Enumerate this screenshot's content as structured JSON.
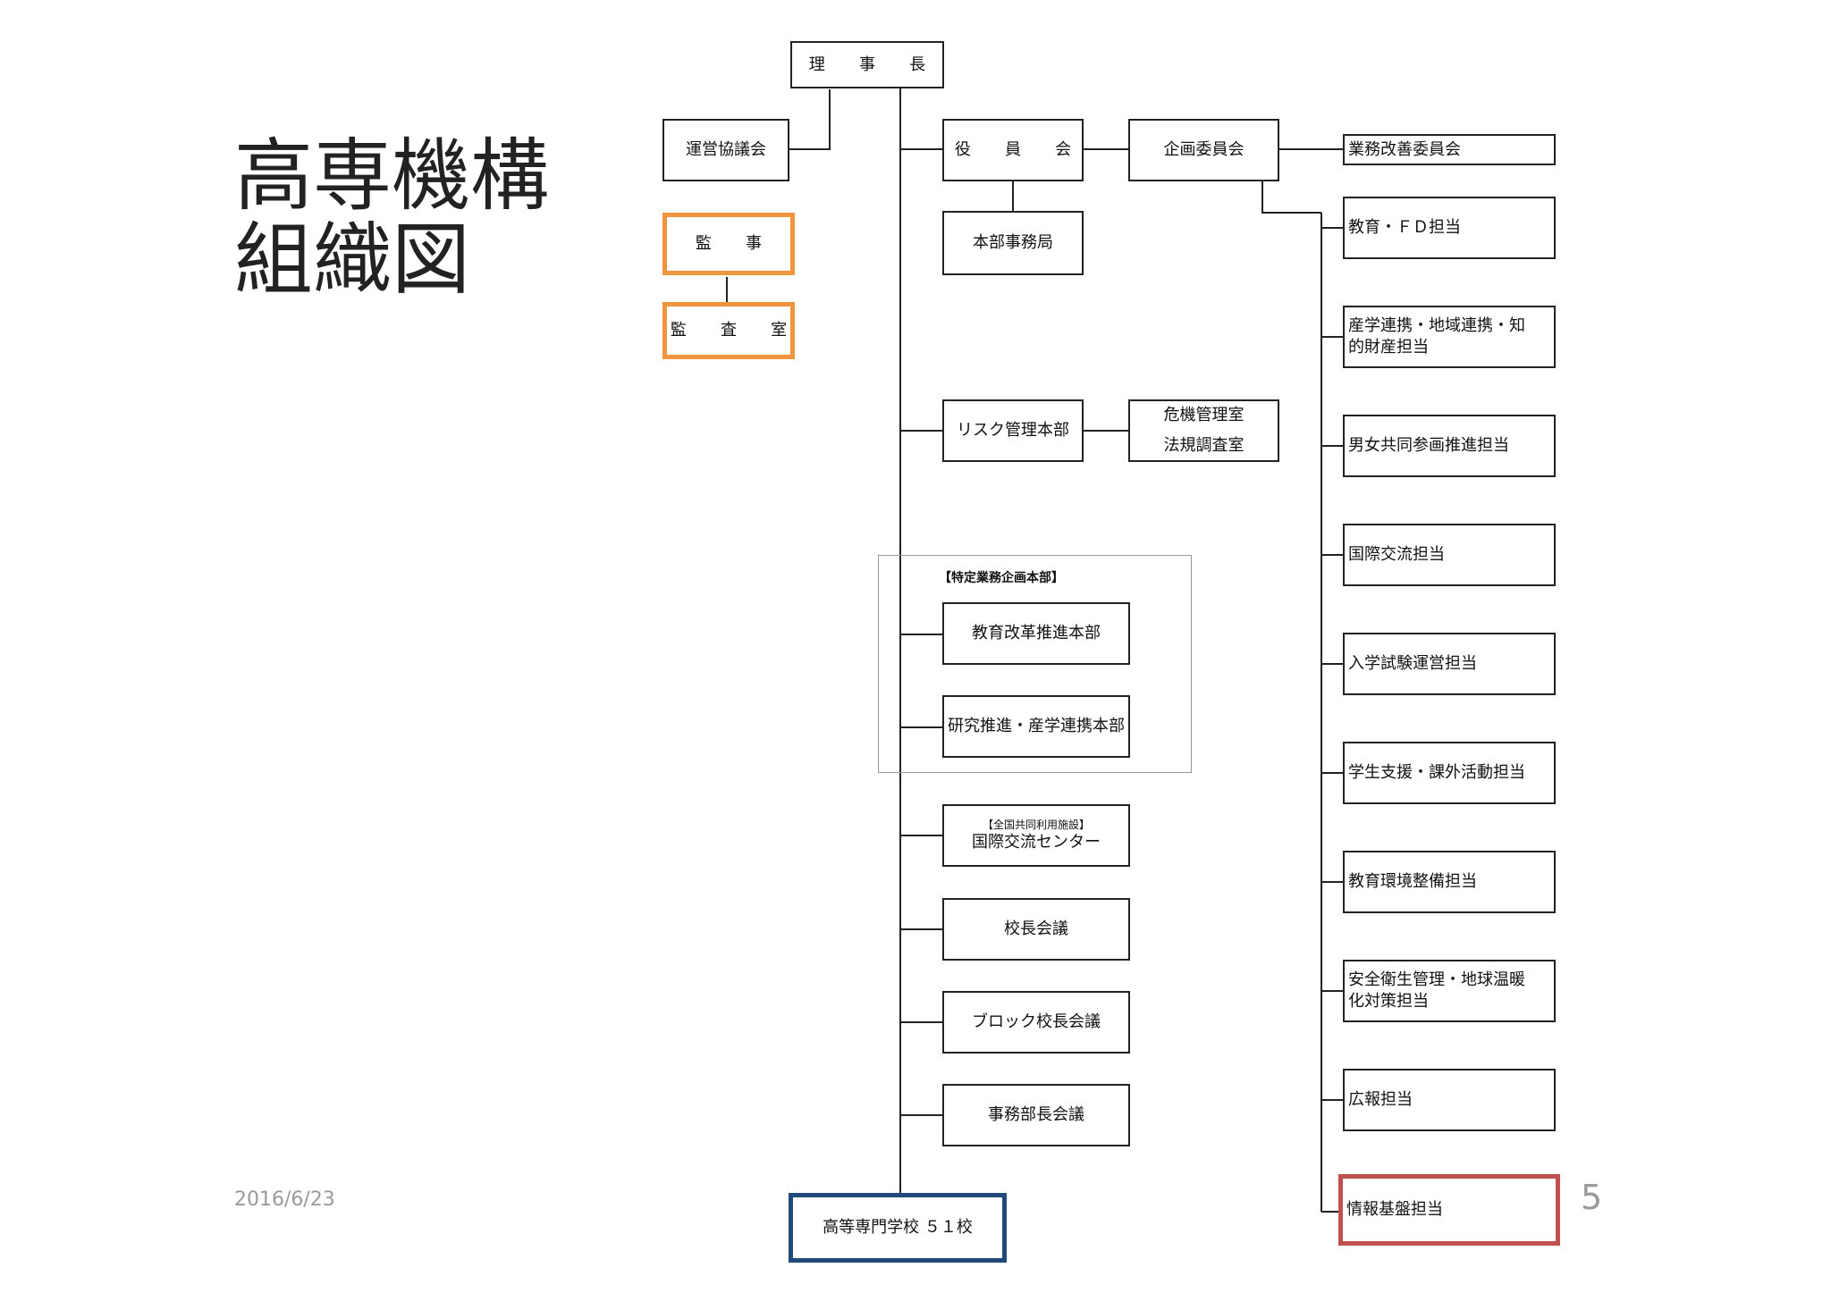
{
  "title_line1": "高専機構",
  "title_line2": "組織図",
  "footer": {
    "date": "2016/6/23",
    "page": "5"
  },
  "org": {
    "chairman": "理 事 長",
    "council": "運営協議会",
    "auditor": "監 事",
    "audit_office": "監 査 室",
    "board": "役 員 会",
    "headquarters": "本部事務局",
    "planning_committee": "企画委員会",
    "risk_hq": "リスク管理本部",
    "crisis_office": "危機管理室",
    "legal_office": "法規調査室",
    "special_group_label": "【特定業務企画本部】",
    "edu_reform_hq": "教育改革推進本部",
    "research_hq": "研究推進・産学連携本部",
    "intl_center_sub": "【全国共同利用施設】",
    "intl_center": "国際交流センター",
    "principals_meeting": "校長会議",
    "block_meeting": "ブロック校長会議",
    "admin_meeting": "事務部長会議",
    "colleges": "高等専門学校 ５１校"
  },
  "committees": [
    "業務改善委員会",
    "教育・ＦＤ担当",
    "産学連携・地域連携・知的財産担当",
    "男女共同参画推進担当",
    "国際交流担当",
    "入学試験運営担当",
    "学生支援・課外活動担当",
    "教育環境整備担当",
    "安全衛生管理・地球温暖化対策担当",
    "広報担当",
    "情報基盤担当"
  ],
  "colors": {
    "auditor_border": "#f0943e",
    "colleges_border": "#1f4a7a",
    "info_border": "#c0504d"
  }
}
